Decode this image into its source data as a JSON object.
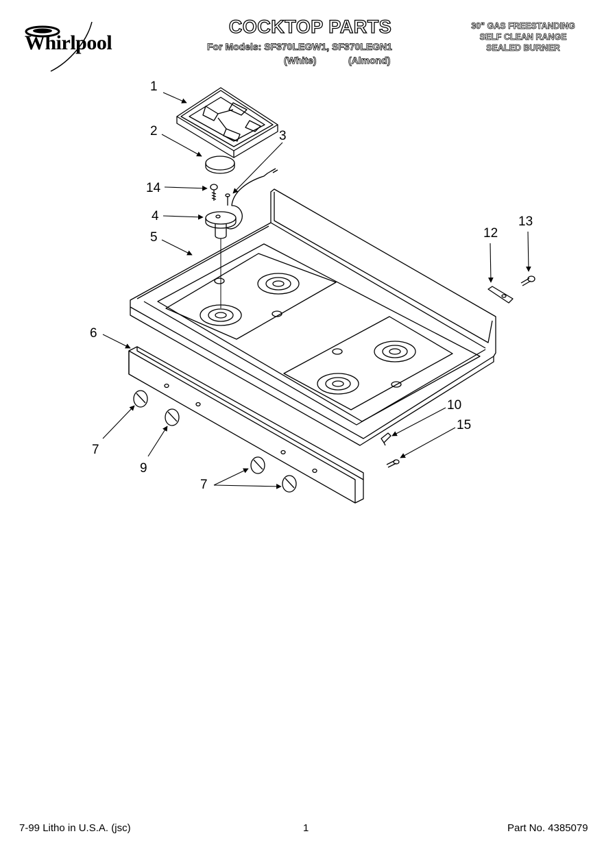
{
  "header": {
    "brand": "Whirlpool",
    "title": "COCKTOP PARTS",
    "models_line": "For Models: SF370LEGW1, SF370LEGN1",
    "variant_white": "(White)",
    "variant_almond": "(Almond)",
    "description": [
      "30\" GAS FREESTANDING",
      "SELF CLEAN RANGE",
      "SEALED BURNER"
    ]
  },
  "callouts": [
    "1",
    "2",
    "3",
    "14",
    "4",
    "5",
    "12",
    "13",
    "6",
    "7",
    "9",
    "10",
    "15",
    "7"
  ],
  "footer": {
    "litho": "7-99 Litho in U.S.A. (jsc)",
    "page": "1",
    "part_no": "Part No. 4385079"
  }
}
